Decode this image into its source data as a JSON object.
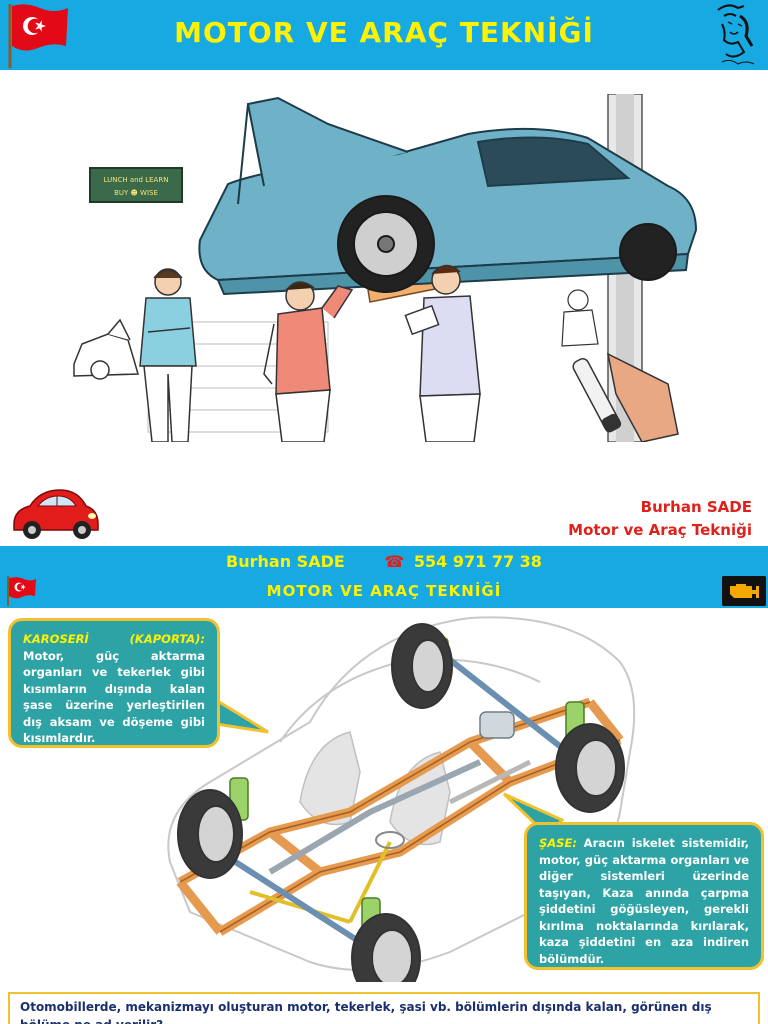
{
  "slide1": {
    "title": "MOTOR VE ARAÇ TEKNİĞİ",
    "author": "Burhan SADE",
    "subject": "Motor ve Araç Tekniği",
    "sign_text": "LUNCH and LEARN BUY WISE"
  },
  "slide2": {
    "author": "Burhan SADE",
    "phone": "554 971 77 38",
    "title": "MOTOR VE ARAÇ TEKNİĞİ",
    "karoseri": {
      "term": "KAROSERİ (KAPORTA):",
      "text": " Motor, güç aktarma organları ve tekerlek gibi kısımların dışında kalan şase üzerine yerleştirilen dış aksam ve döşeme gibi kısımlardır."
    },
    "sase": {
      "term": "ŞASE:",
      "text": " Aracın iskelet sistemidir, motor, güç aktarma organları ve diğer sistemleri üzerinde taşıyan, Kaza anında çarpma şiddetini göğüsleyen, gerekli kırılma noktalarında kırılarak, kaza şiddetini en aza indiren bölümdür."
    },
    "question": "Otomobillerde, mekanizmayı oluşturan motor, tekerlek, şasi vb. bölümlerin dışında kalan, görünen dış bölüme ne ad verilir?"
  },
  "colors": {
    "header": "#17a9e1",
    "title_text": "#fff200",
    "author_text": "#e0201a",
    "bubble_fill": "#2ea3a5",
    "bubble_border": "#f2c12e",
    "question_text": "#1b2f6e"
  },
  "icons": [
    "turkish-flag-icon",
    "ataturk-portrait-icon",
    "red-beetle-car-icon",
    "telephone-icon",
    "check-engine-icon"
  ]
}
